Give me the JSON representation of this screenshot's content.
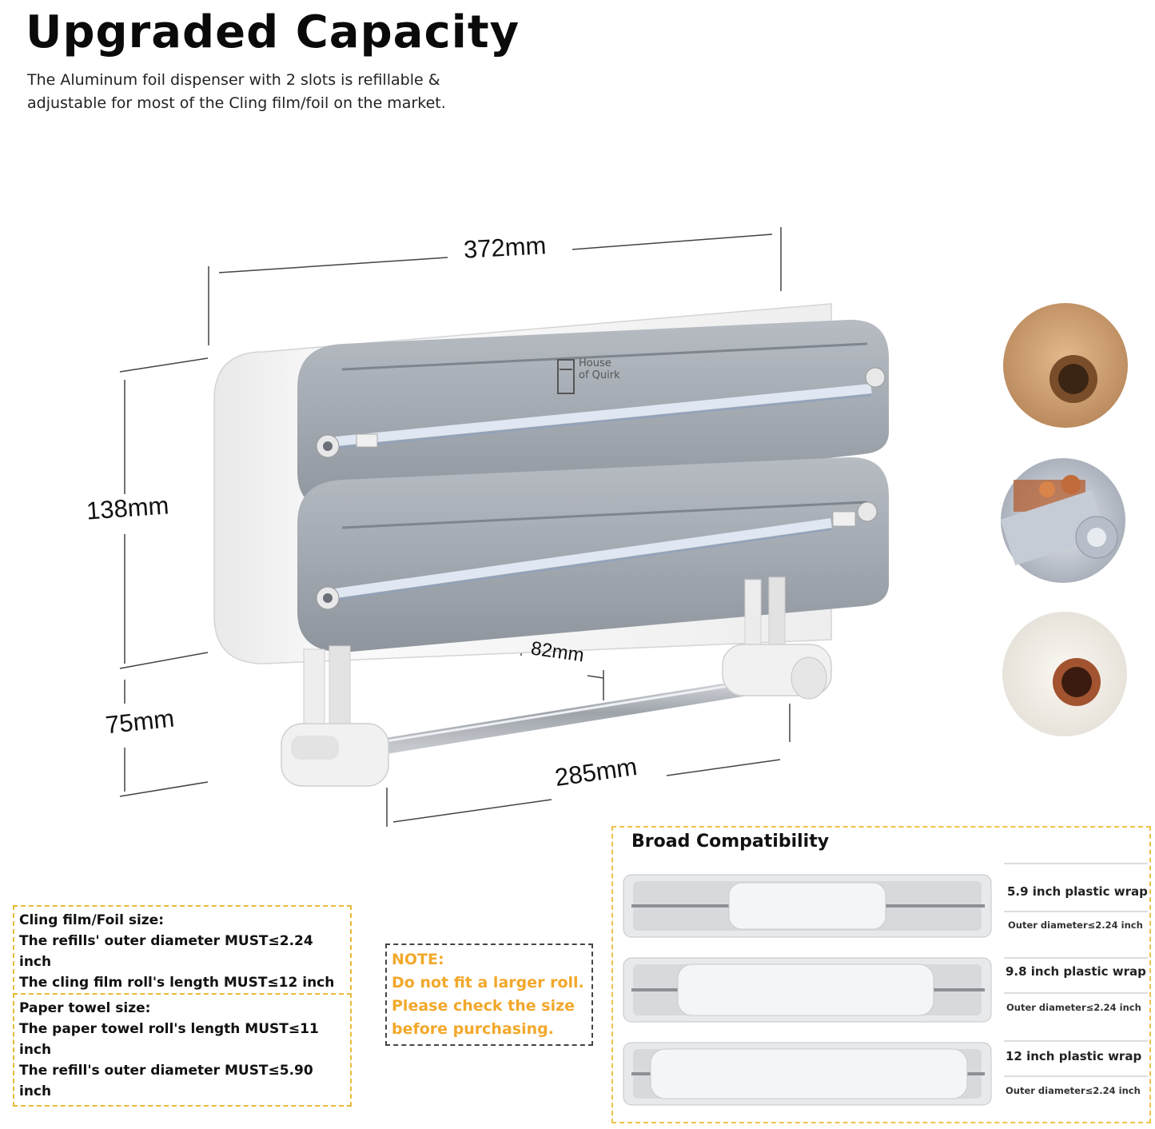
{
  "header": {
    "title": "Upgraded Capacity",
    "subtitle_line1": "The Aluminum foil dispenser with 2 slots is refillable &",
    "subtitle_line2": "adjustable for most of the Cling film/foil on the market."
  },
  "dimensions": {
    "width": "372mm",
    "height": "138mm",
    "leg_height": "75mm",
    "rod_width": "285mm",
    "rod_gap": "82mm"
  },
  "brand": {
    "line1": "House",
    "line2": "of Quirk"
  },
  "cling_box": {
    "heading": "Cling film/Foil size:",
    "line1": "The refills' outer diameter MUST≤2.24 inch",
    "line2": "The cling film roll's length MUST≤12 inch"
  },
  "towel_box": {
    "heading": "Paper towel size:",
    "line1": "The paper towel roll's length MUST≤11 inch",
    "line2": "The refill's outer diameter MUST≤5.90 inch"
  },
  "note": {
    "heading": "NOTE:",
    "line1": "Do not fit a larger roll.",
    "line2": "Please check the size",
    "line3": "before purchasing."
  },
  "compatibility": {
    "title": "Broad Compatibility",
    "items": [
      {
        "label": "5.9 inch plastic wrap",
        "sub": "Outer diameter≤2.24 inch"
      },
      {
        "label": "9.8 inch plastic wrap",
        "sub": "Outer diameter≤2.24 inch"
      },
      {
        "label": "12 inch plastic wrap",
        "sub": "Outer diameter≤2.24 inch"
      }
    ]
  },
  "colors": {
    "accent_dashed": "#e8b93a",
    "note_text": "#f2a82b",
    "panel_grey": "#9aa0a8",
    "body_white": "#f3f3f3"
  }
}
